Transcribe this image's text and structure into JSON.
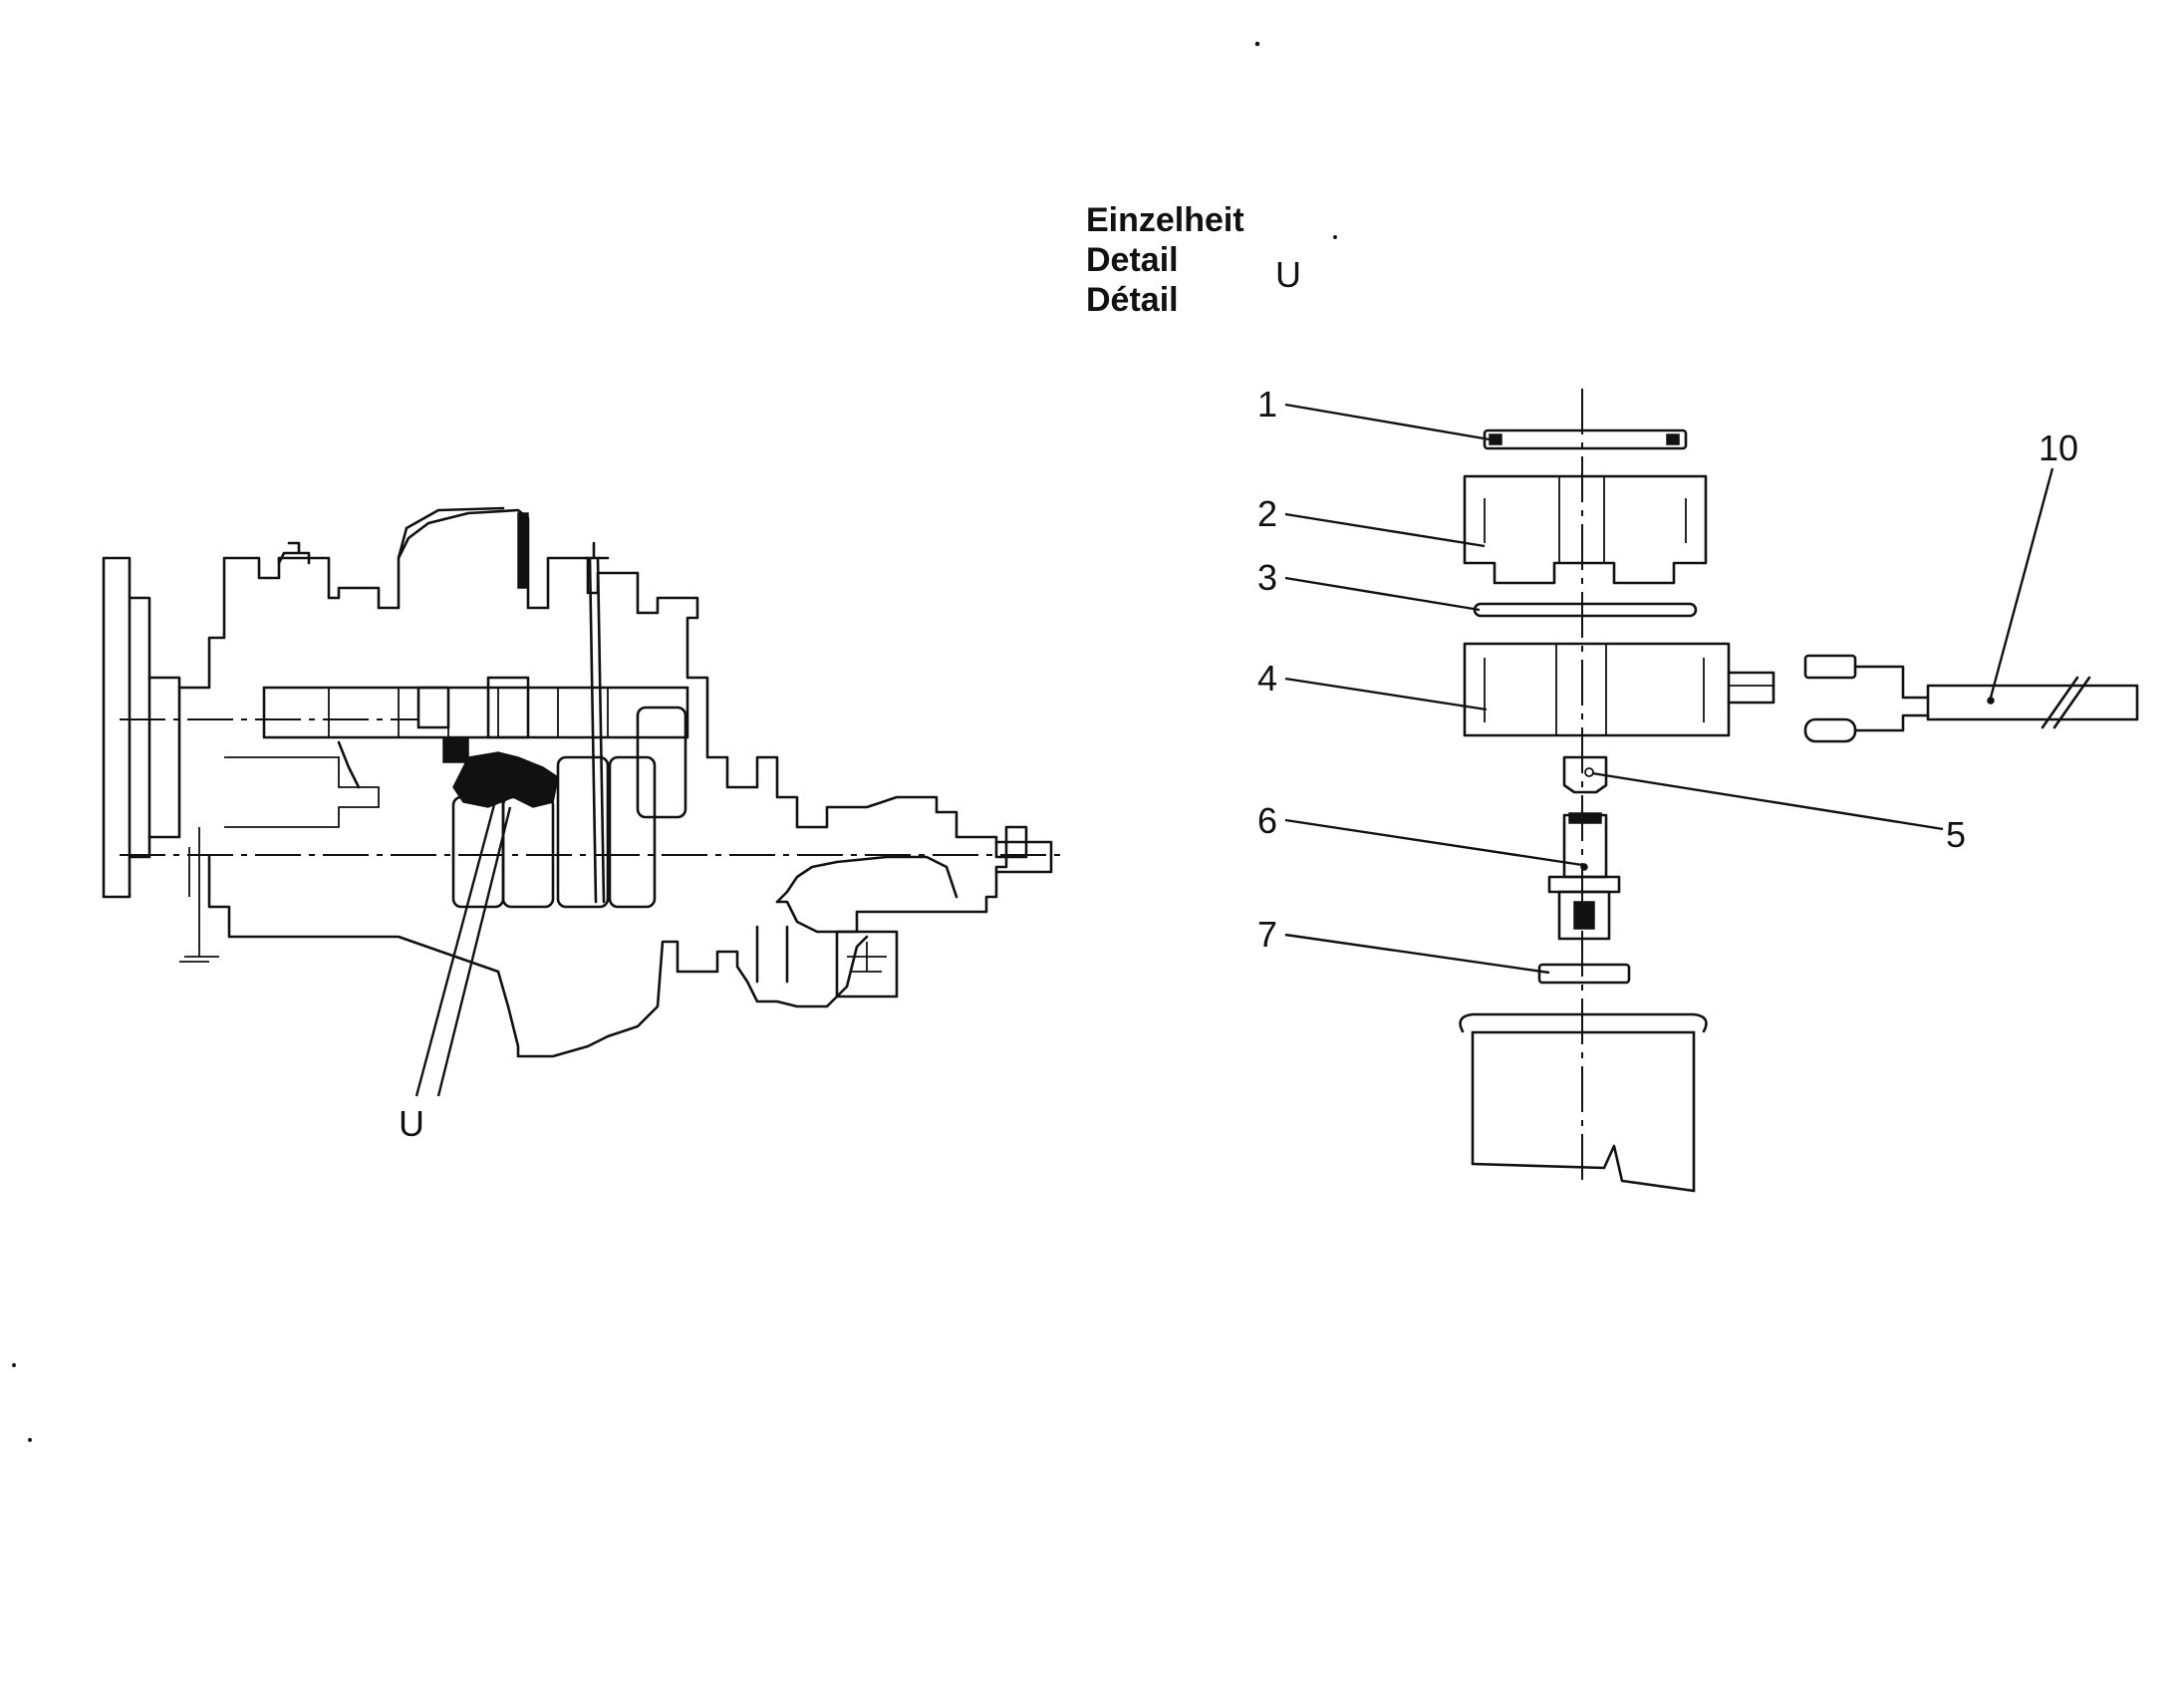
{
  "detail_header": {
    "line1": "Einzelheit",
    "line2": "Detail",
    "line3": "Détail",
    "letter": "U"
  },
  "overview": {
    "callout": "U"
  },
  "parts": [
    {
      "id": "part-1",
      "label": "1"
    },
    {
      "id": "part-2",
      "label": "2"
    },
    {
      "id": "part-3",
      "label": "3"
    },
    {
      "id": "part-4",
      "label": "4"
    },
    {
      "id": "part-5",
      "label": "5"
    },
    {
      "id": "part-6",
      "label": "6"
    },
    {
      "id": "part-7",
      "label": "7"
    },
    {
      "id": "part-10",
      "label": "10"
    }
  ]
}
